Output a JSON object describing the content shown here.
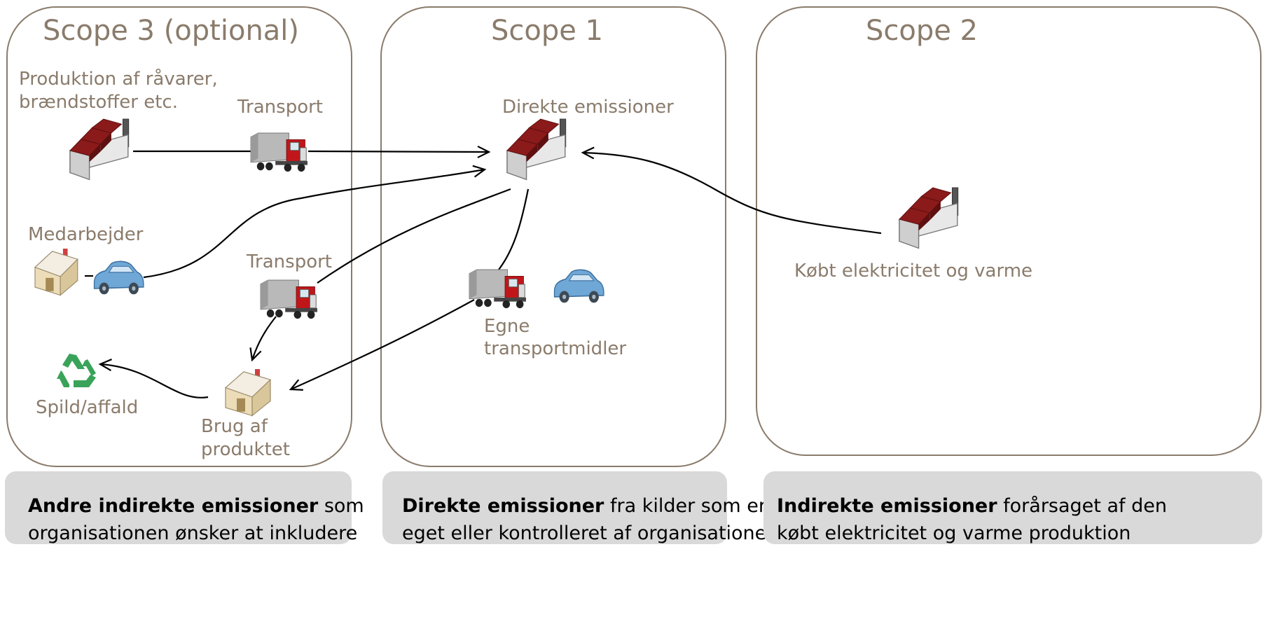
{
  "scopes": {
    "scope3": {
      "title": "Scope 3 (optional)"
    },
    "scope1": {
      "title": "Scope 1"
    },
    "scope2": {
      "title": "Scope 2"
    }
  },
  "labels": {
    "raw_materials_line1": "Produktion af råvarer,",
    "raw_materials_line2": "brændstoffer etc.",
    "transport_top": "Transport",
    "employee": "Medarbejder",
    "transport_mid": "Transport",
    "waste": "Spild/affald",
    "product_use_line1": "Brug af",
    "product_use_line2": "produktet",
    "direct_emissions": "Direkte emissioner",
    "own_transport_line1": "Egne",
    "own_transport_line2": "transportmidler",
    "purchased_energy": "Købt elektricitet og varme"
  },
  "notes": {
    "scope3": {
      "bold": "Andre indirekte emissioner",
      "rest1": " som",
      "line2": "organisationen ønsker at inkludere"
    },
    "scope1": {
      "bold": "Direkte emissioner",
      "rest1": " fra kilder som er",
      "line2": "eget eller kontrolleret af organisationen"
    },
    "scope2": {
      "bold": "Indirekte emissioner",
      "rest1": " forårsaget af den",
      "line2": "købt elektricitet og varme produktion"
    }
  },
  "icons": [
    "factory-icon",
    "truck-icon",
    "house-icon",
    "car-icon",
    "recycle-icon"
  ],
  "colors": {
    "scope_border": "#8a7b6b",
    "label_text": "#8a7b6b",
    "note_background": "#d9d9d9",
    "factory_roof": "#8b1a1a",
    "truck_cab": "#c0161a",
    "car_body": "#6fa7d6",
    "recycle": "#3aa35a"
  }
}
